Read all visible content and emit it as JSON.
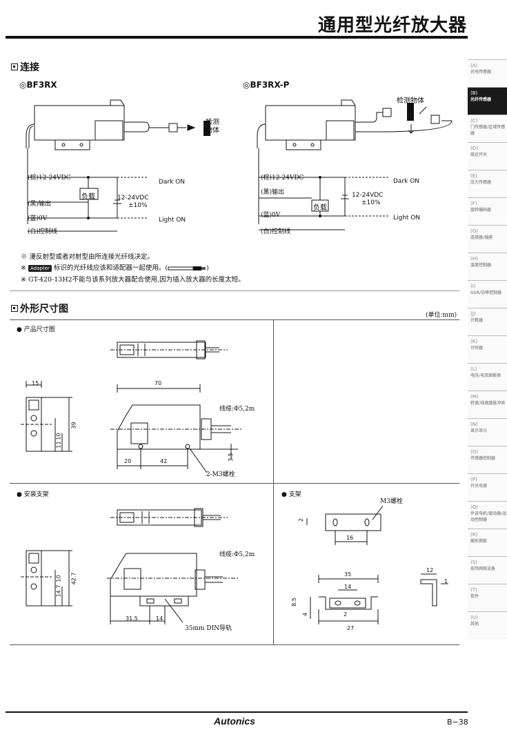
{
  "header": {
    "title": "通用型光纤放大器"
  },
  "connection": {
    "section_title": "连接",
    "model_left": "◎BF3RX",
    "model_right": "◎BF3RX-P",
    "target_label_left": "检测\n物体",
    "target_label_right": "检测物体",
    "wires": {
      "brown": "(棕)12-24VDC",
      "black": "(黑)输出",
      "blue": "(蓝)0V",
      "white": "(白)控制线"
    },
    "load": "负载",
    "supply": "12-24VDC",
    "tolerance": "±10%",
    "dark_on": "Dark ON",
    "light_on": "Light ON"
  },
  "notes": {
    "n1": "※ 漫反射型或者对射型由所连接光纤线决定。",
    "n2_prefix": "※",
    "n2_badge": "Adapter",
    "n2_text": "标识的光纤线应该和适配器一起使用。(",
    "n2_suffix": ")",
    "n3": "※ GT-420-13H2不能与该系列放大器配合使用,因为插入放大器的长度太短。"
  },
  "dimensions": {
    "section_title": "外形尺寸图",
    "unit": "(单位:mm)",
    "product_label": "● 产品尺寸图",
    "bracket_install_label": "● 安装支架",
    "bracket_label": "● 支架",
    "cable1": "线缆:Φ5,2m",
    "cable2": "线缆:Φ5,2m",
    "screw": "2-M3螺栓",
    "din": "35mm DIN导轨",
    "m3": "M3螺栓",
    "d15": "15",
    "d70": "70",
    "d39": "39",
    "d10": "10",
    "d11": "11",
    "d20": "20",
    "d42": "42",
    "d35a": "3.5",
    "d427": "42.7",
    "d10b": "10",
    "d147": "14.7",
    "d315": "31.5",
    "d14": "14",
    "d2": "2",
    "d16": "16",
    "d35": "35",
    "d14b": "14",
    "d85": "8.5",
    "d4": "4",
    "d2b": "2",
    "d27": "27",
    "d12": "12",
    "d1": "1"
  },
  "side_tabs": [
    {
      "code": "(A)",
      "name": "光电传感器"
    },
    {
      "code": "(B)",
      "name": "光纤传感器"
    },
    {
      "code": "(C)",
      "name": "门传感器/区域传感器"
    },
    {
      "code": "(D)",
      "name": "接近开关"
    },
    {
      "code": "(E)",
      "name": "压力传感器"
    },
    {
      "code": "(F)",
      "name": "旋转编码器"
    },
    {
      "code": "(G)",
      "name": "连接器/插座"
    },
    {
      "code": "(H)",
      "name": "温度控制器"
    },
    {
      "code": "(I)",
      "name": "SSR/功率控制器"
    },
    {
      "code": "(J)",
      "name": "计数器"
    },
    {
      "code": "(K)",
      "name": "计时器"
    },
    {
      "code": "(L)",
      "name": "电压/电流面板表"
    },
    {
      "code": "(M)",
      "name": "转速/线速度脉冲表"
    },
    {
      "code": "(N)",
      "name": "显示单元"
    },
    {
      "code": "(O)",
      "name": "传感器控制器"
    },
    {
      "code": "(P)",
      "name": "开关电源"
    },
    {
      "code": "(Q)",
      "name": "步进电机/驱动器/运动控制器"
    },
    {
      "code": "(R)",
      "name": "图形面板"
    },
    {
      "code": "(S)",
      "name": "现场网络设备"
    },
    {
      "code": "(T)",
      "name": "软件"
    },
    {
      "code": "(U)",
      "name": "其他"
    }
  ],
  "side_active_index": 1,
  "footer": {
    "brand": "Autonics",
    "page": "B−38"
  }
}
